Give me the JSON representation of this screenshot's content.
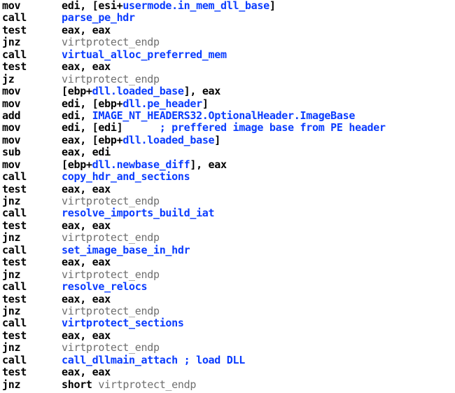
{
  "colors": {
    "keyword": "#000000",
    "symbol": "#0a3cff",
    "label": "#6f6f6f",
    "background": "#ffffff"
  },
  "lines": [
    {
      "mnemonic": "mov",
      "operands": [
        {
          "t": "edi, [esi+",
          "c": "k"
        },
        {
          "t": "usermode.in_mem_dll_base",
          "c": "b"
        },
        {
          "t": "]",
          "c": "k"
        }
      ]
    },
    {
      "mnemonic": "call",
      "operands": [
        {
          "t": "parse_pe_hdr",
          "c": "b"
        }
      ]
    },
    {
      "mnemonic": "test",
      "operands": [
        {
          "t": "eax, eax",
          "c": "k"
        }
      ]
    },
    {
      "mnemonic": "jnz",
      "operands": [
        {
          "t": "virtprotect_endp",
          "c": "g"
        }
      ]
    },
    {
      "mnemonic": "call",
      "operands": [
        {
          "t": "virtual_alloc_preferred_mem",
          "c": "b"
        }
      ]
    },
    {
      "mnemonic": "test",
      "operands": [
        {
          "t": "eax, eax",
          "c": "k"
        }
      ]
    },
    {
      "mnemonic": "jz",
      "operands": [
        {
          "t": "virtprotect_endp",
          "c": "g"
        }
      ]
    },
    {
      "mnemonic": "mov",
      "operands": [
        {
          "t": "[ebp+",
          "c": "k"
        },
        {
          "t": "dll.loaded_base",
          "c": "b"
        },
        {
          "t": "], eax",
          "c": "k"
        }
      ]
    },
    {
      "mnemonic": "mov",
      "operands": [
        {
          "t": "edi, [ebp+",
          "c": "k"
        },
        {
          "t": "dll.pe_header",
          "c": "b"
        },
        {
          "t": "]",
          "c": "k"
        }
      ]
    },
    {
      "mnemonic": "add",
      "operands": [
        {
          "t": "edi, ",
          "c": "k"
        },
        {
          "t": "IMAGE_NT_HEADERS32.OptionalHeader.ImageBase",
          "c": "b"
        }
      ]
    },
    {
      "mnemonic": "mov",
      "operands": [
        {
          "t": "edi, [edi]",
          "c": "k"
        },
        {
          "t": "      ; preffered image base from PE header",
          "c": "b"
        }
      ]
    },
    {
      "mnemonic": "mov",
      "operands": [
        {
          "t": "eax, [ebp+",
          "c": "k"
        },
        {
          "t": "dll.loaded_base",
          "c": "b"
        },
        {
          "t": "]",
          "c": "k"
        }
      ]
    },
    {
      "mnemonic": "sub",
      "operands": [
        {
          "t": "eax, edi",
          "c": "k"
        }
      ]
    },
    {
      "mnemonic": "mov",
      "operands": [
        {
          "t": "[ebp+",
          "c": "k"
        },
        {
          "t": "dll.newbase_diff",
          "c": "b"
        },
        {
          "t": "], eax",
          "c": "k"
        }
      ]
    },
    {
      "mnemonic": "call",
      "operands": [
        {
          "t": "copy_hdr_and_sections",
          "c": "b"
        }
      ]
    },
    {
      "mnemonic": "test",
      "operands": [
        {
          "t": "eax, eax",
          "c": "k"
        }
      ]
    },
    {
      "mnemonic": "jnz",
      "operands": [
        {
          "t": "virtprotect_endp",
          "c": "g"
        }
      ]
    },
    {
      "mnemonic": "call",
      "operands": [
        {
          "t": "resolve_imports_build_iat",
          "c": "b"
        }
      ]
    },
    {
      "mnemonic": "test",
      "operands": [
        {
          "t": "eax, eax",
          "c": "k"
        }
      ]
    },
    {
      "mnemonic": "jnz",
      "operands": [
        {
          "t": "virtprotect_endp",
          "c": "g"
        }
      ]
    },
    {
      "mnemonic": "call",
      "operands": [
        {
          "t": "set_image_base_in_hdr",
          "c": "b"
        }
      ]
    },
    {
      "mnemonic": "test",
      "operands": [
        {
          "t": "eax, eax",
          "c": "k"
        }
      ]
    },
    {
      "mnemonic": "jnz",
      "operands": [
        {
          "t": "virtprotect_endp",
          "c": "g"
        }
      ]
    },
    {
      "mnemonic": "call",
      "operands": [
        {
          "t": "resolve_relocs",
          "c": "b"
        }
      ]
    },
    {
      "mnemonic": "test",
      "operands": [
        {
          "t": "eax, eax",
          "c": "k"
        }
      ]
    },
    {
      "mnemonic": "jnz",
      "operands": [
        {
          "t": "virtprotect_endp",
          "c": "g"
        }
      ]
    },
    {
      "mnemonic": "call",
      "operands": [
        {
          "t": "virtprotect_sections",
          "c": "b"
        }
      ]
    },
    {
      "mnemonic": "test",
      "operands": [
        {
          "t": "eax, eax",
          "c": "k"
        }
      ]
    },
    {
      "mnemonic": "jnz",
      "operands": [
        {
          "t": "virtprotect_endp",
          "c": "g"
        }
      ]
    },
    {
      "mnemonic": "call",
      "operands": [
        {
          "t": "call_dllmain_attach",
          "c": "b"
        },
        {
          "t": " ; load DLL",
          "c": "b"
        }
      ]
    },
    {
      "mnemonic": "test",
      "operands": [
        {
          "t": "eax, eax",
          "c": "k"
        }
      ]
    },
    {
      "mnemonic": "jnz",
      "operands": [
        {
          "t": "short ",
          "c": "k"
        },
        {
          "t": "virtprotect_endp",
          "c": "g"
        }
      ]
    }
  ]
}
